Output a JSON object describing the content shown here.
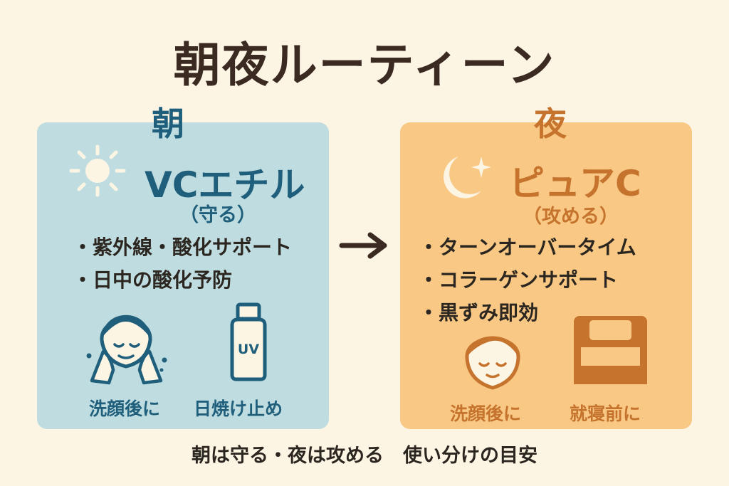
{
  "title": "朝夜ルーティーン",
  "morning": {
    "heading": "朝",
    "product": "VCエチル",
    "subtitle": "（守る）",
    "bullets": [
      "紫外線・酸化サポート",
      "日中の酸化予防"
    ],
    "captions": [
      "洗顔後に",
      "日焼け止め"
    ],
    "bottle_label": "UV",
    "icons": [
      "sun-icon",
      "face-washing-icon",
      "sunscreen-bottle-icon"
    ]
  },
  "night": {
    "heading": "夜",
    "product": "ピュアC",
    "subtitle": "（攻める）",
    "bullets": [
      "ターンオーバータイム",
      "コラーゲンサポート",
      "黒ずみ即効"
    ],
    "captions": [
      "洗顔後に",
      "就寝前に"
    ],
    "icons": [
      "moon-star-icon",
      "face-icon",
      "bed-icon"
    ]
  },
  "arrow_icon": "arrow-right-icon",
  "footer": "朝は守る・夜は攻める　使い分けの目安",
  "colors": {
    "background": "#fdf5e4",
    "morning_panel": "#bfdde0",
    "morning_accent": "#1f5f7c",
    "night_panel": "#f8c884",
    "night_accent": "#c5732d",
    "text": "#2c2620"
  }
}
